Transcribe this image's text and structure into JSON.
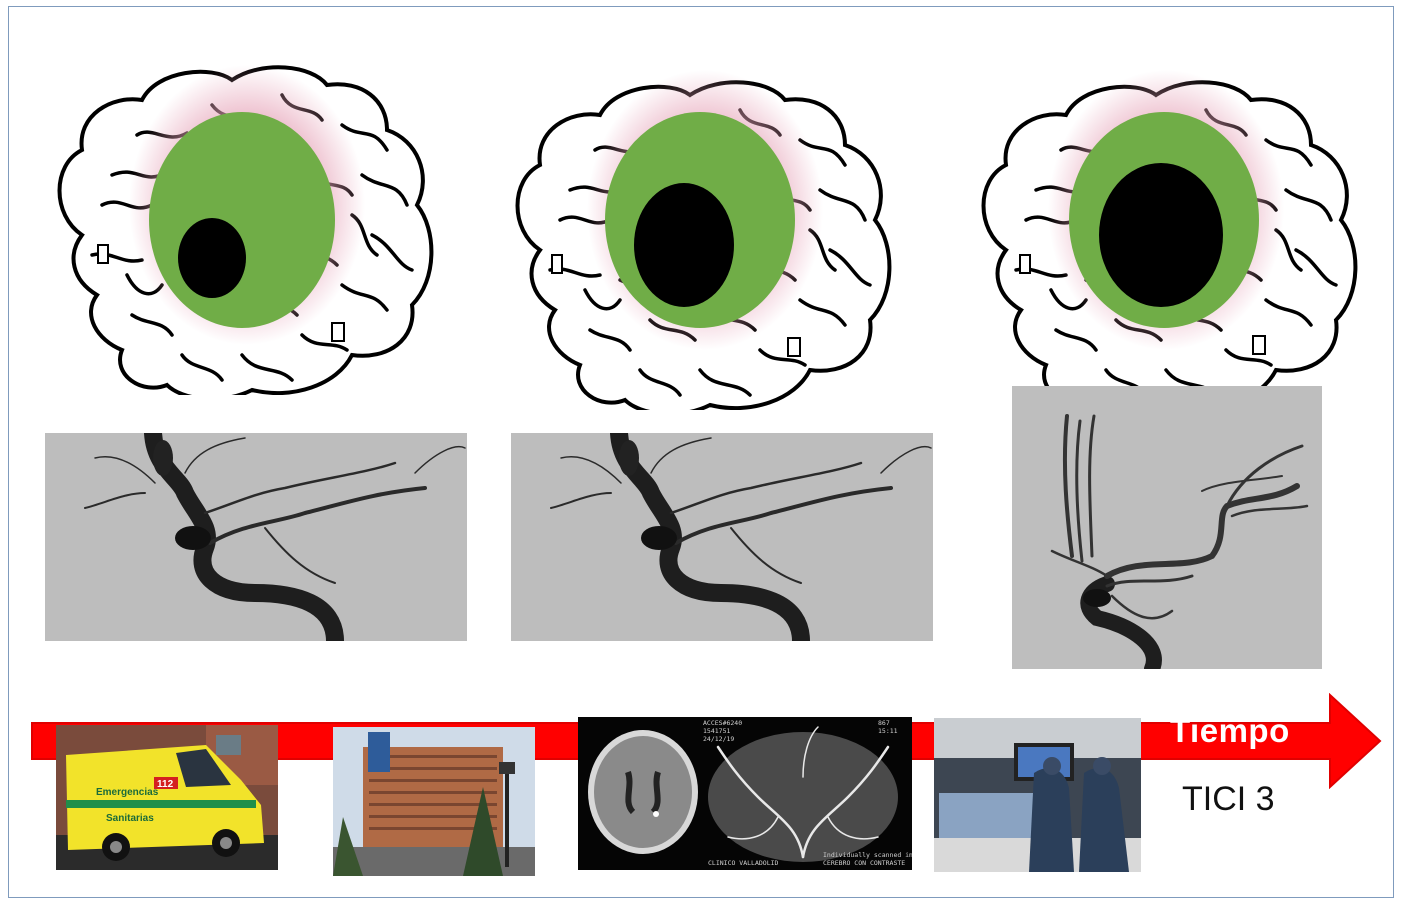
{
  "stages": [
    {
      "id": "stage-1",
      "core": 0.35,
      "penumbra": "green"
    },
    {
      "id": "stage-2",
      "core": 0.52,
      "penumbra": "green"
    },
    {
      "id": "stage-3",
      "core": 0.7,
      "penumbra": "green"
    }
  ],
  "colors": {
    "penumbra": "#70ad47",
    "core": "#000000",
    "halo": "#e6a3b8",
    "arrow": "#ff0000",
    "frame": "#7f9bbd"
  },
  "timeline": {
    "label": "Tiempo",
    "result": "TICI 3",
    "steps": [
      "ambulance-photo",
      "hospital-photo",
      "ct-angio-scans",
      "angiography-suite-photo"
    ]
  },
  "ambulance": {
    "line1": "Emergencias",
    "line2": "Sanitarias",
    "phone": "112"
  }
}
